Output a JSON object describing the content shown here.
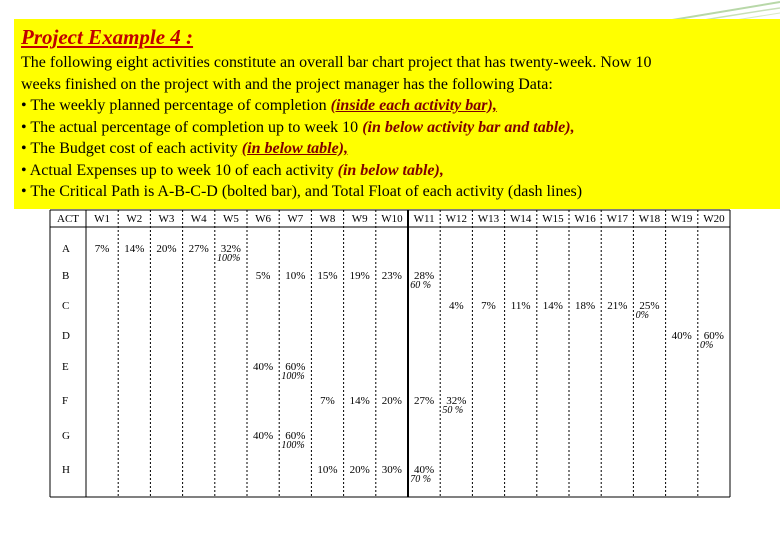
{
  "title": "Project Example 4 :",
  "intro": {
    "line1": "The following eight activities constitute an overall bar chart project that has twenty-week. Now 10",
    "line2": "weeks finished on the project with and the project manager has the following Data:"
  },
  "bullets": [
    {
      "text": "• The weekly planned percentage of completion ",
      "note": "(inside each activity bar),"
    },
    {
      "text": "• The actual percentage of completion up to week 10 ",
      "note": "(in below activity bar and table),"
    },
    {
      "text": "• The Budget cost of each activity ",
      "note": "(in below table),"
    },
    {
      "text": "• Actual Expenses up to week 10 of each activity ",
      "note": "(in below table),"
    },
    {
      "text": "• The Critical Path is A-B-C-D (bolted bar), and Total Float of each activity (dash lines)",
      "note": ""
    }
  ],
  "table": {
    "act_header": "ACT",
    "weeks": [
      "W1",
      "W2",
      "W3",
      "W4",
      "W5",
      "W6",
      "W7",
      "W8",
      "W9",
      "W10",
      "W11",
      "W12",
      "W13",
      "W14",
      "W15",
      "W16",
      "W17",
      "W18",
      "W19",
      "W20"
    ],
    "activities": [
      {
        "label": "A",
        "start": 1,
        "planned": [
          "7%",
          "14%",
          "20%",
          "27%",
          "32%"
        ],
        "actual": "100%",
        "critical": true
      },
      {
        "label": "B",
        "start": 6,
        "planned": [
          "5%",
          "10%",
          "15%",
          "19%",
          "23%",
          "28%"
        ],
        "actual": "60 %",
        "critical": true
      },
      {
        "label": "C",
        "start": 12,
        "planned": [
          "4%",
          "7%",
          "11%",
          "14%",
          "18%",
          "21%",
          "25%"
        ],
        "actual": "0%",
        "critical": true
      },
      {
        "label": "D",
        "start": 19,
        "planned": [
          "40%",
          "60%"
        ],
        "actual": "0%",
        "critical": true
      },
      {
        "label": "E",
        "start": 6,
        "planned": [
          "40%",
          "60%"
        ],
        "actual": "100%",
        "critical": false
      },
      {
        "label": "F",
        "start": 8,
        "planned": [
          "7%",
          "14%",
          "20%",
          "27%",
          "32%"
        ],
        "actual": "50 %",
        "critical": false
      },
      {
        "label": "G",
        "start": 6,
        "planned": [
          "40%",
          "60%"
        ],
        "actual": "100%",
        "critical": false
      },
      {
        "label": "H",
        "start": 8,
        "planned": [
          "10%",
          "20%",
          "30%",
          "40%"
        ],
        "actual": "70 %",
        "critical": false
      }
    ]
  },
  "colors": {
    "highlight_box": "#ffff00",
    "title": "#c00000",
    "note": "#7f0000"
  }
}
